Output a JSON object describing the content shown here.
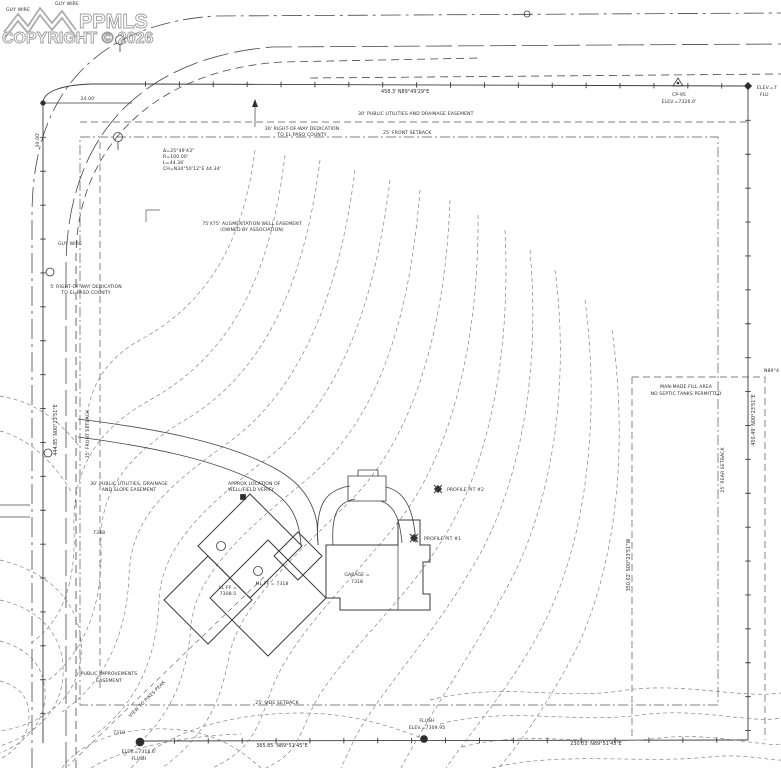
{
  "watermark": {
    "brand": "PPMLS",
    "copyright": "COPYRIGHT © 2026"
  },
  "colors": {
    "line": "#474747",
    "contour": "#7d7d7d",
    "text": "#2d2d2d",
    "watermark": "#9c9c9c",
    "background": "#ffffff"
  },
  "labels": {
    "guy_wire": "GUY WIRE",
    "dim_24": "24.00'",
    "dim_30": "30.00'",
    "north_dim": "458.3' N89°49'29\"E",
    "west_dim": "444.85' N00°23'51\"E",
    "east_dim": "450.49' N00°23'51\"E",
    "south_dim_left": "365.85' N89°51'45\"E",
    "south_dim_right": "230.03' N89°51'45\"E",
    "interior_dim": "350.02' S00°23'51\"W",
    "partial_bearing": "N89°4",
    "row_top_1": "30' RIGHT-OF-WAY DEDICATION",
    "row_top_2": "TO EL PASO COUNTY",
    "row_left_1": "5' RIGHT-OF-WAY DEDICATION",
    "row_left_2": "TO EL PASO COUNTY",
    "easement_top": "30' PUBLIC UTILITIES AND DRAINAGE EASEMENT",
    "setback_front": "25' FRONT SETBACK",
    "setback_side": "25' SIDE SETBACK",
    "setback_rear": "25' REAR SETBACK",
    "curve_delta": "Δ=25°49'43\"",
    "curve_radius": "R=100.00'",
    "curve_length": "L=44.36'",
    "curve_chord": "CH=N34°50'12\"E 44.34'",
    "well_easement_1": "75'X75' AUGMENTATION WELL EASEMENT",
    "well_easement_2": "(OWNED BY ASSOCIATION)",
    "slope_easement_1": "30' PUBLIC UTILITIES, DRAINAGE",
    "slope_easement_2": "AND SLOPE EASEMENT",
    "improvements_easement_1": "PUBLIC IMPROVEMENTS",
    "improvements_easement_2": "EASEMENT",
    "well_location_1": "APPROX LOCATION OF",
    "well_location_2": "WELL/FIELD VERIFY",
    "profile_pit_2": "PROFILE PIT #2",
    "profile_pit_1": "PROFILE PIT #1",
    "fill_area_1": "MAN-MADE FILL AREA",
    "fill_area_2": "NO SEPTIC TANKS PERMITTED",
    "house_main_ff": "ML FF = 7318",
    "house_lower_ff_1": "LL FF =",
    "house_lower_ff_2": "7308.5",
    "garage_1": "GARAGE =",
    "garage_2": "7318",
    "cp_name": "CP-95",
    "cp_elev": "ELEV.=7326.0'",
    "bench_sw_1": "ELEV.=7316.6'",
    "bench_sw_2": "FLUSH",
    "bench_s_1": "FLUSH",
    "bench_s_2": "ELEV.=7309.95",
    "bench_e_1": "ELEV.=7",
    "bench_e_2": "FLU",
    "view_line": "VIEW TO PIKES PEAK",
    "contour_a": "7318",
    "contour_b": "7310"
  }
}
